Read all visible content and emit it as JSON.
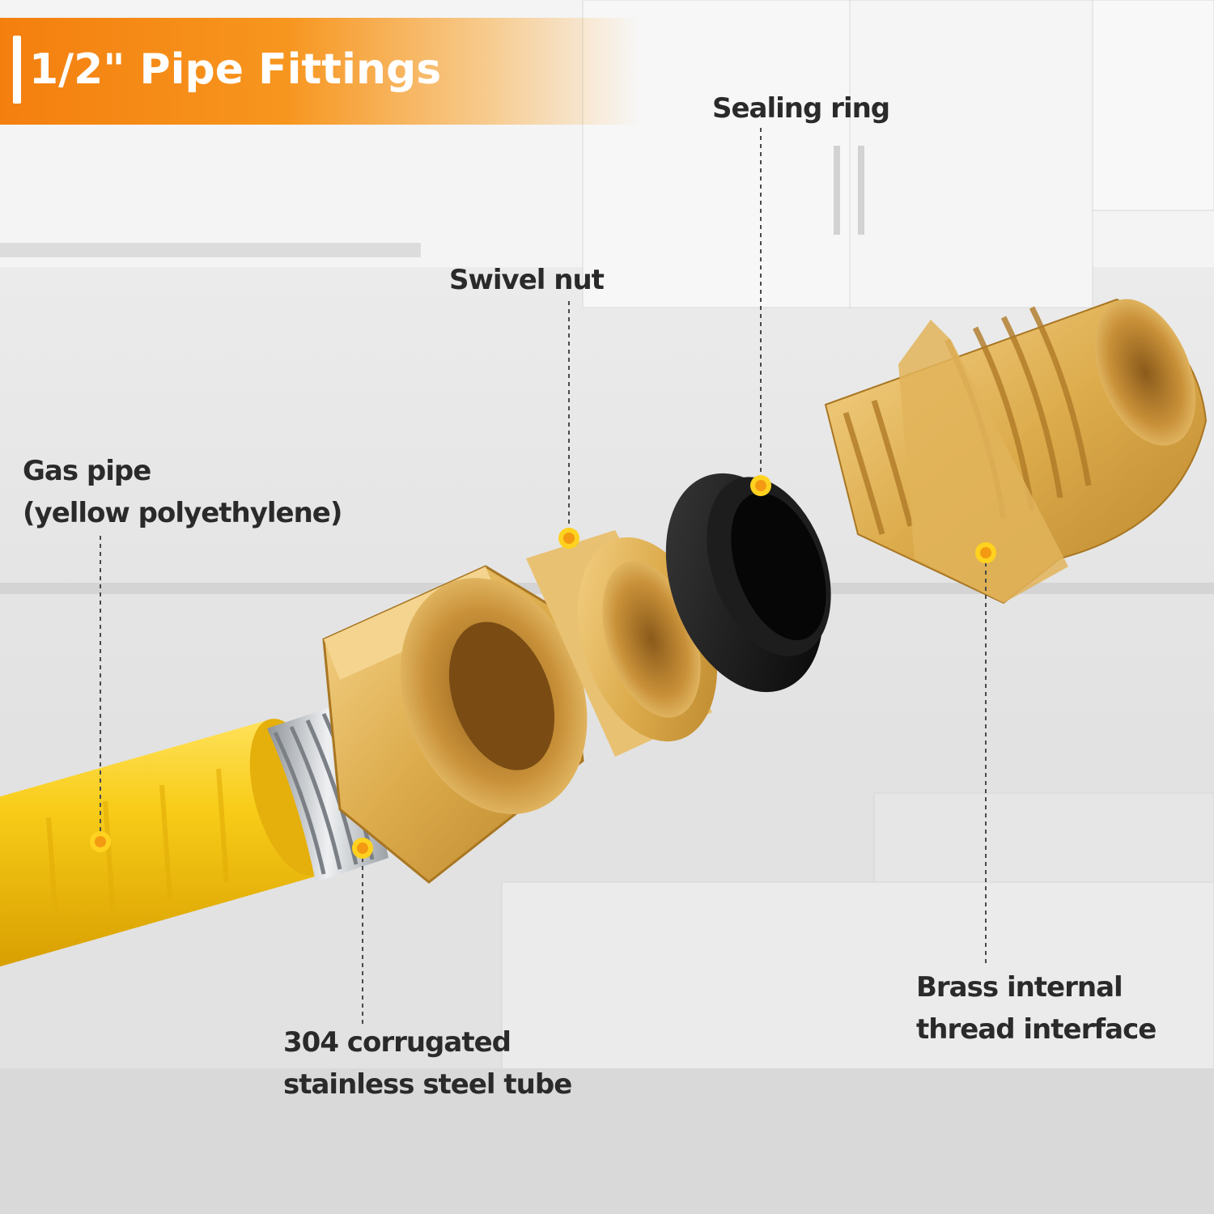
{
  "header": {
    "title": "1/2\" Pipe Fittings"
  },
  "callouts": {
    "sealing_ring": "Sealing ring",
    "swivel_nut": "Swivel nut",
    "gas_pipe_line1": "Gas pipe",
    "gas_pipe_line2": "(yellow polyethylene)",
    "tube_line1": "304 corrugated",
    "tube_line2": "stainless steel tube",
    "brass_line1": "Brass internal",
    "brass_line2": "thread interface"
  },
  "colors": {
    "banner": "#f47f0f",
    "marker": "#f39a12",
    "marker_ring": "#ffd21f",
    "pipe_yellow": "#f5c518",
    "brass": "#d9a94a",
    "seal_black": "#141414"
  }
}
